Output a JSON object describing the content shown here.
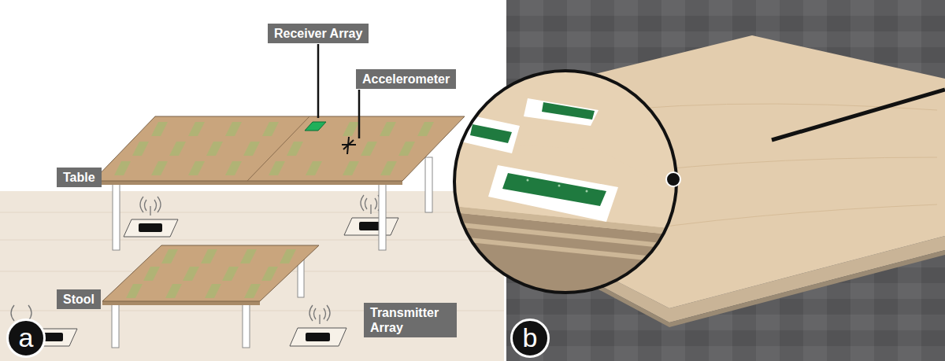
{
  "diagram": {
    "nodes": [
      {
        "text": [
          "Receiver Array"
        ]
      },
      {
        "text": [
          "Accelerometer"
        ]
      },
      {
        "text": [
          "Table"
        ]
      },
      {
        "text": [
          "Stool"
        ]
      },
      {
        "text": [
          "Transmitter Array"
        ]
      },
      {
        "text": [
          "a"
        ]
      },
      {
        "text": [
          "b"
        ]
      }
    ]
  }
}
